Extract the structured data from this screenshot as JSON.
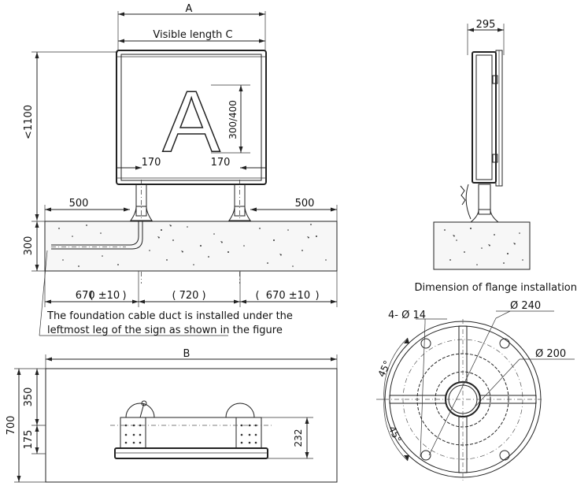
{
  "dims": {
    "a": "A",
    "visible_length": "Visible length C",
    "height": "<1100",
    "sign_letter": "A",
    "letter_height": "300/400",
    "leg_offset_left": "170",
    "leg_offset_right": "170",
    "margin_left": "500",
    "margin_right": "500",
    "foundation_depth": "300",
    "span_left": "670 ±10",
    "span_middle": "720",
    "span_right": "670 ±10",
    "b": "B",
    "plan_350": "350",
    "plan_700": "700",
    "plan_175": "175",
    "plan_232": "232",
    "side_295": "295"
  },
  "notes": {
    "duct_line1": "The foundation cable duct is installed under the",
    "duct_line2": "leftmost leg of the sign as shown in the figure"
  },
  "flange": {
    "title": "Dimension of flange installation",
    "holes": "4- Ø 14",
    "d240": "Ø 240",
    "d200": "Ø 200",
    "angle_top": "45°",
    "angle_bottom": "45°"
  }
}
